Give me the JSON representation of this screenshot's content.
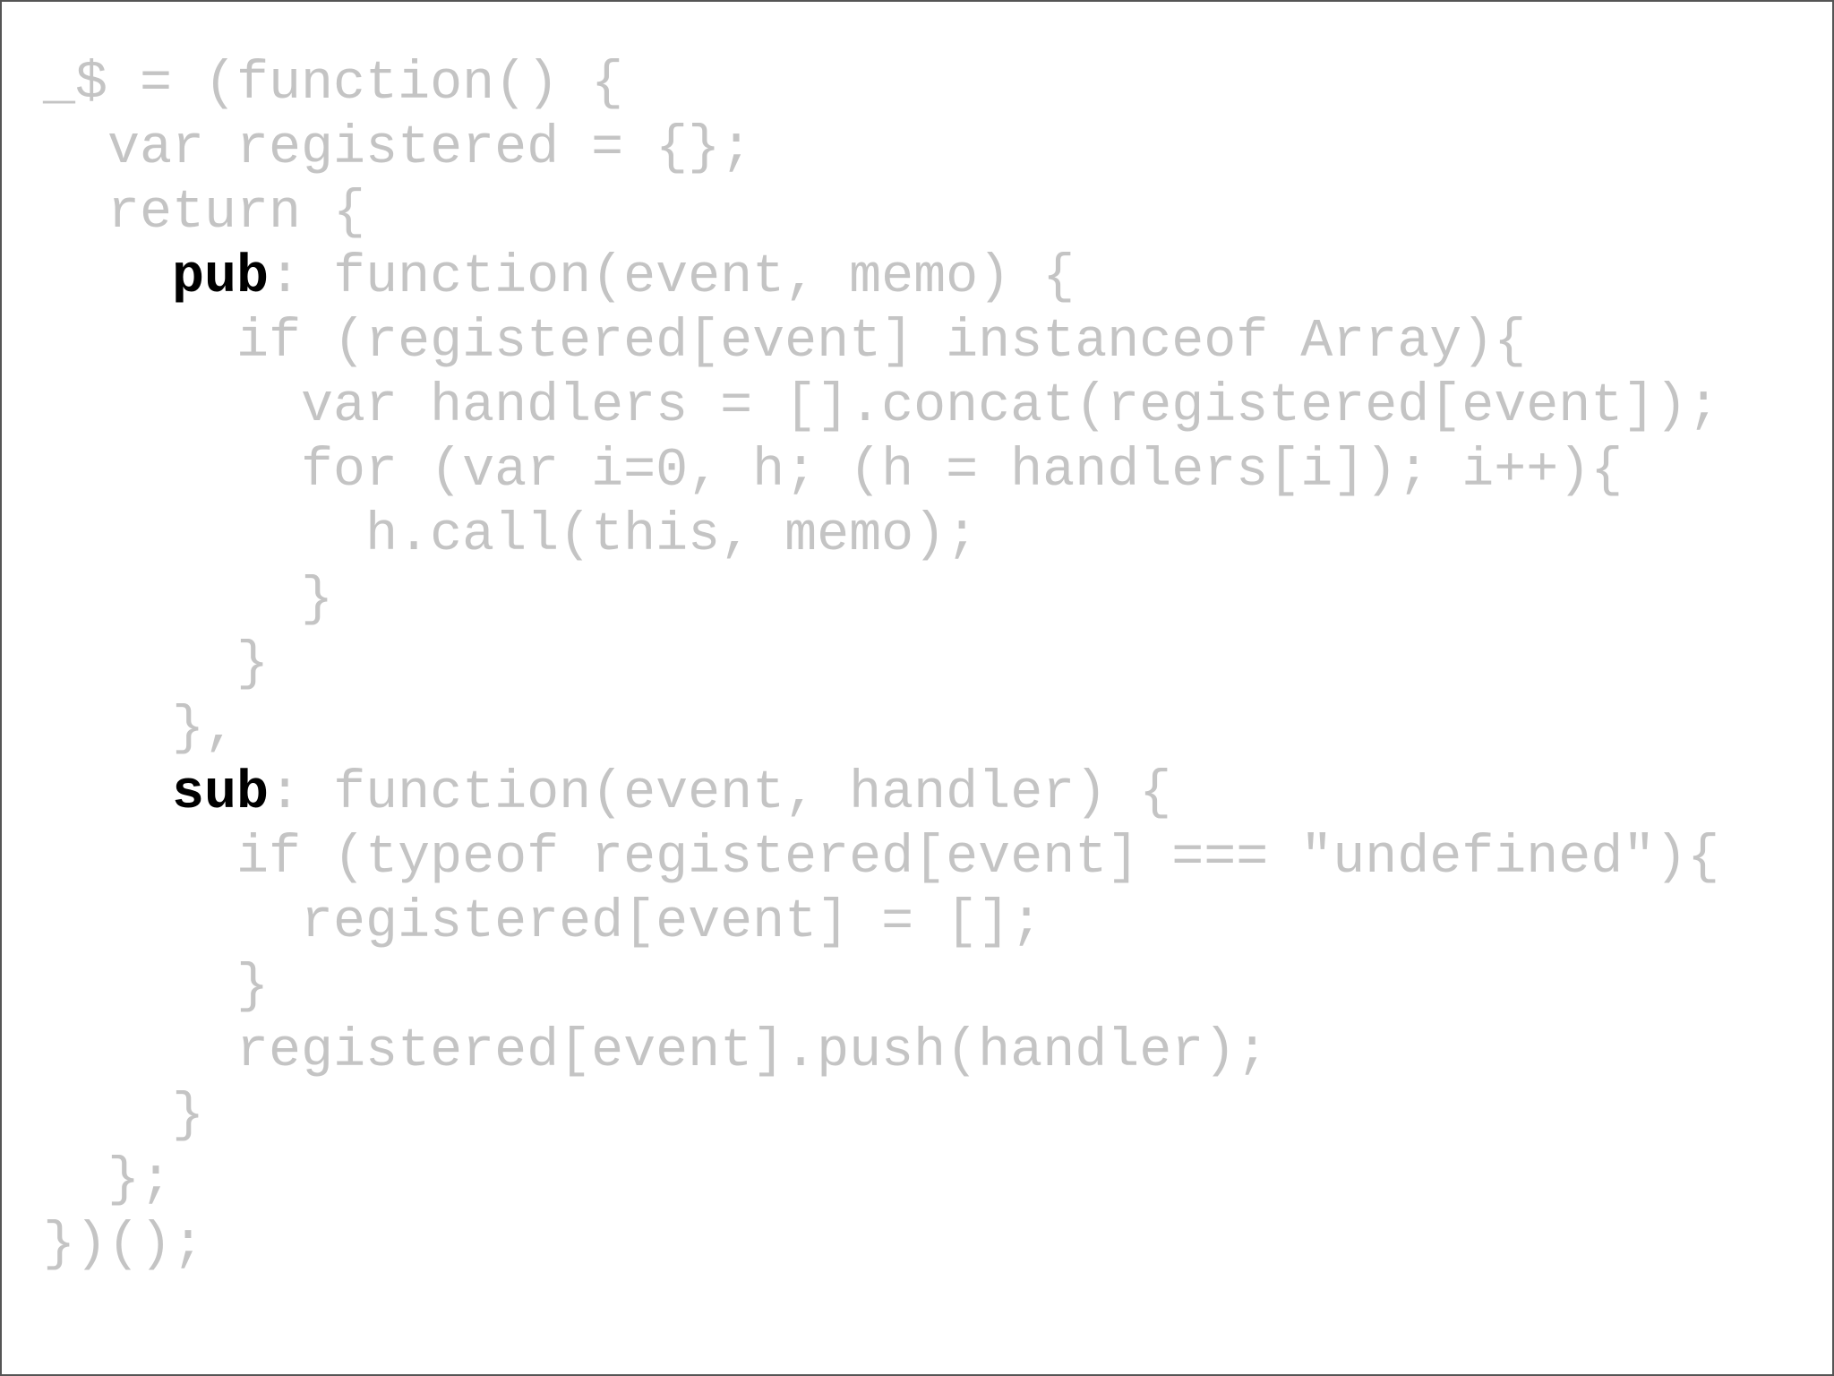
{
  "slide": {
    "lines": [
      {
        "indent": "",
        "text": "_$ = (function() {"
      },
      {
        "indent": "  ",
        "text": "var registered = {};"
      },
      {
        "indent": "  ",
        "text": "return {"
      },
      {
        "indent": "    ",
        "highlight": "pub",
        "text": ": function(event, memo) {"
      },
      {
        "indent": "      ",
        "text": "if (registered[event] instanceof Array){"
      },
      {
        "indent": "        ",
        "text": "var handlers = [].concat(registered[event]);"
      },
      {
        "indent": "        ",
        "text": "for (var i=0, h; (h = handlers[i]); i++){"
      },
      {
        "indent": "          ",
        "text": "h.call(this, memo);"
      },
      {
        "indent": "        ",
        "text": "}"
      },
      {
        "indent": "      ",
        "text": "}"
      },
      {
        "indent": "    ",
        "text": "},"
      },
      {
        "indent": "    ",
        "highlight": "sub",
        "text": ": function(event, handler) {"
      },
      {
        "indent": "      ",
        "text": "if (typeof registered[event] === \"undefined\"){"
      },
      {
        "indent": "        ",
        "text": "registered[event] = [];"
      },
      {
        "indent": "      ",
        "text": "}"
      },
      {
        "indent": "      ",
        "text": "registered[event].push(handler);"
      },
      {
        "indent": "    ",
        "text": "}"
      },
      {
        "indent": "  ",
        "text": "};"
      },
      {
        "indent": "",
        "text": "})();"
      }
    ]
  },
  "colors": {
    "dim_text": "#c4c4c4",
    "highlight_text": "#000000",
    "background": "#ffffff",
    "border": "#555555"
  }
}
